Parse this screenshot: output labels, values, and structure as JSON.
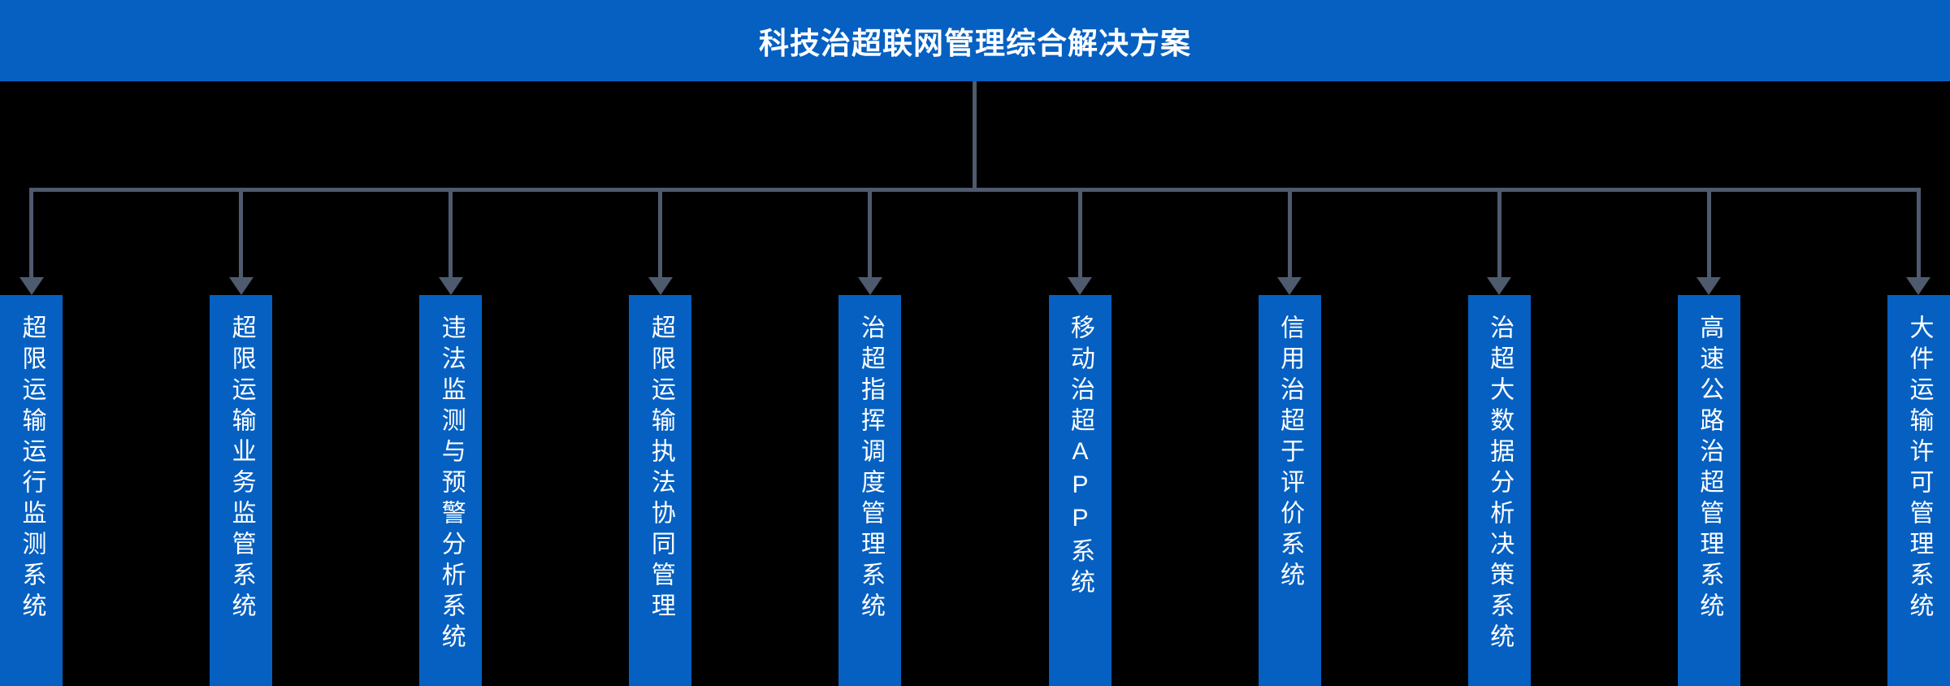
{
  "header": {
    "title": "科技治超联网管理综合解决方案"
  },
  "colors": {
    "primary_blue": "#0560c2",
    "connector_gray": "#4e5a6e",
    "background": "#000000",
    "text": "#ffffff"
  },
  "systems": [
    {
      "label": "超限运输运行监测系统"
    },
    {
      "label": "超限运输业务监管系统"
    },
    {
      "label": "违法监测与预警分析系统"
    },
    {
      "label": "超限运输执法协同管理"
    },
    {
      "label": "治超指挥调度管理系统"
    },
    {
      "label": "移动治超APP系统"
    },
    {
      "label": "信用治超于评价系统"
    },
    {
      "label": "治超大数据分析决策系统"
    },
    {
      "label": "高速公路治超管理系统"
    },
    {
      "label": "大件运输许可管理系统"
    }
  ]
}
